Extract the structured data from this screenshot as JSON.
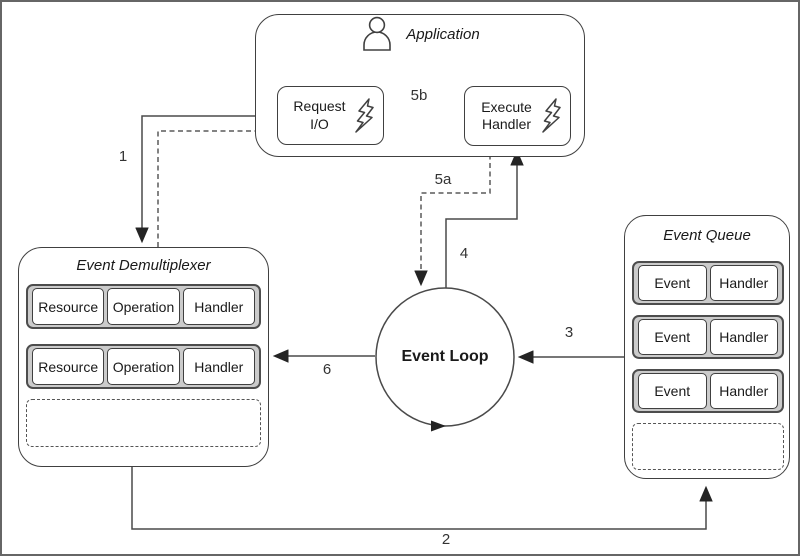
{
  "application": {
    "title": "Application",
    "request_io_label": "Request I/O",
    "execute_handler_label": "Execute Handler"
  },
  "event_demultiplexer": {
    "title": "Event Demultiplexer",
    "rows": [
      {
        "cells": [
          "Resource",
          "Operation",
          "Handler"
        ]
      },
      {
        "cells": [
          "Resource",
          "Operation",
          "Handler"
        ]
      }
    ],
    "empty_slot": ""
  },
  "event_queue": {
    "title": "Event Queue",
    "rows": [
      {
        "cells": [
          "Event",
          "Handler"
        ]
      },
      {
        "cells": [
          "Event",
          "Handler"
        ]
      },
      {
        "cells": [
          "Event",
          "Handler"
        ]
      }
    ],
    "empty_slot": ""
  },
  "event_loop": {
    "label": "Event Loop"
  },
  "arrow_labels": {
    "a1": "1",
    "a2": "2",
    "a3": "3",
    "a4": "4",
    "a5a": "5a",
    "a5b": "5b",
    "a6": "6"
  },
  "colors": {
    "line": "#4a4a4a",
    "dashed_line": "#5a5a5a",
    "box_border": "#404040",
    "row_fill": "#cbcbcb",
    "background": "#ffffff",
    "arrowhead": "#242424"
  }
}
